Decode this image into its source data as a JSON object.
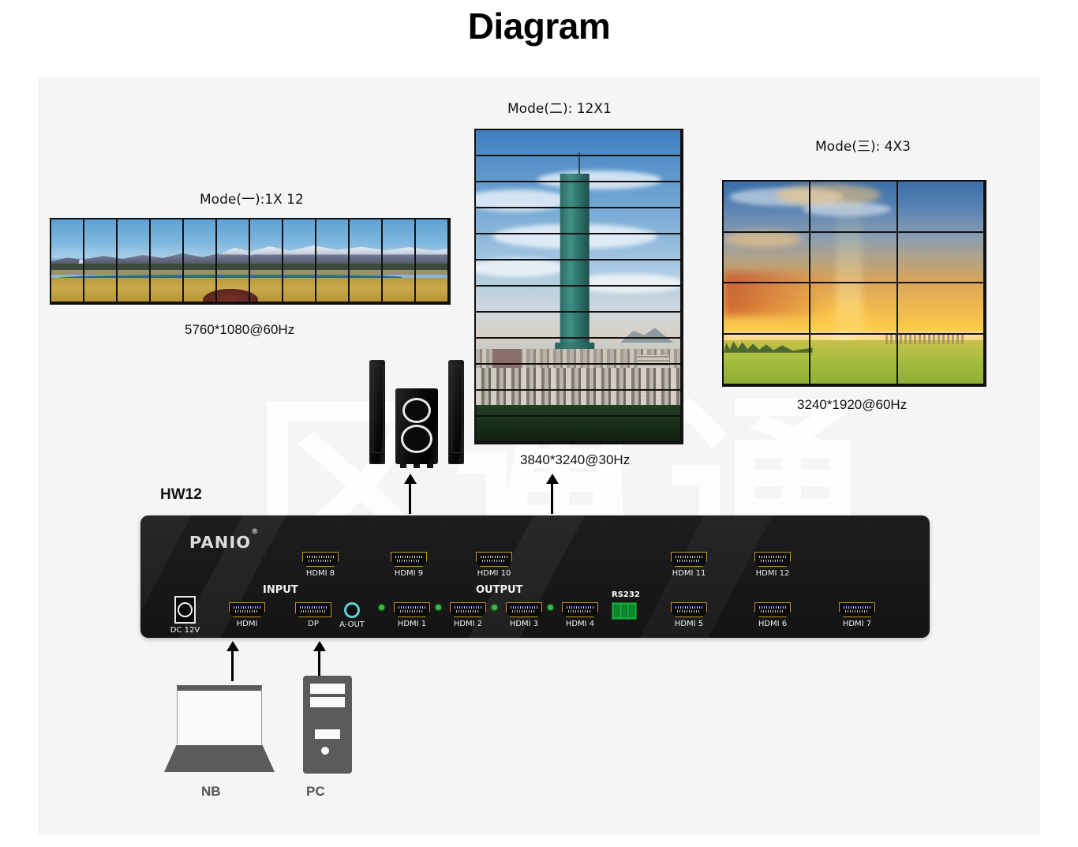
{
  "page": {
    "title": "Diagram"
  },
  "walls": {
    "mode1": {
      "label": "Mode(一):1X 12",
      "resolution": "5760*1080@60Hz",
      "columns": 12,
      "rows": 1,
      "image": "mountain-lake-landscape"
    },
    "mode2": {
      "label": "Mode(二): 12X1",
      "resolution": "3840*3240@30Hz",
      "columns": 1,
      "rows": 12,
      "image": "taipei-101-skyline"
    },
    "mode3": {
      "label": "Mode(三): 4X3",
      "resolution": "3240*1920@60Hz",
      "columns": 3,
      "rows": 4,
      "image": "sunset-over-field"
    }
  },
  "device": {
    "model_label": "HW12",
    "brand": "PANIO",
    "brand_mark": "®",
    "section_input": "INPUT",
    "section_output": "OUTPUT",
    "rs232_label": "RS232",
    "ports_bottom": [
      {
        "name": "DC 12V",
        "type": "dc-jack"
      },
      {
        "name": "HDMI",
        "type": "hdmi"
      },
      {
        "name": "DP",
        "type": "displayport"
      },
      {
        "name": "A-OUT",
        "type": "audio-jack"
      },
      {
        "name": "HDMI 1",
        "type": "hdmi"
      },
      {
        "name": "HDMI 2",
        "type": "hdmi"
      },
      {
        "name": "HDMI 3",
        "type": "hdmi"
      },
      {
        "name": "HDMI 4",
        "type": "hdmi"
      },
      {
        "name": "HDMI 5",
        "type": "hdmi"
      },
      {
        "name": "HDMI 6",
        "type": "hdmi"
      },
      {
        "name": "HDMI 7",
        "type": "hdmi"
      }
    ],
    "ports_top": [
      {
        "name": "HDMI 8",
        "type": "hdmi"
      },
      {
        "name": "HDMI 9",
        "type": "hdmi"
      },
      {
        "name": "HDMI 10",
        "type": "hdmi"
      },
      {
        "name": "HDMI 11",
        "type": "hdmi"
      },
      {
        "name": "HDMI 12",
        "type": "hdmi"
      }
    ]
  },
  "sources": {
    "notebook": "NB",
    "desktop": "PC"
  },
  "peripherals": {
    "speakers": "speaker-system"
  },
  "colors": {
    "canvas_bg": "#f5f5f5",
    "device_body": "#1a1a1a",
    "hdmi_gold": "#c9922c",
    "led_green": "#2fbf3a",
    "rs232_green": "#17a33b",
    "audio_jack": "#63d0d6",
    "text": "#111111"
  }
}
